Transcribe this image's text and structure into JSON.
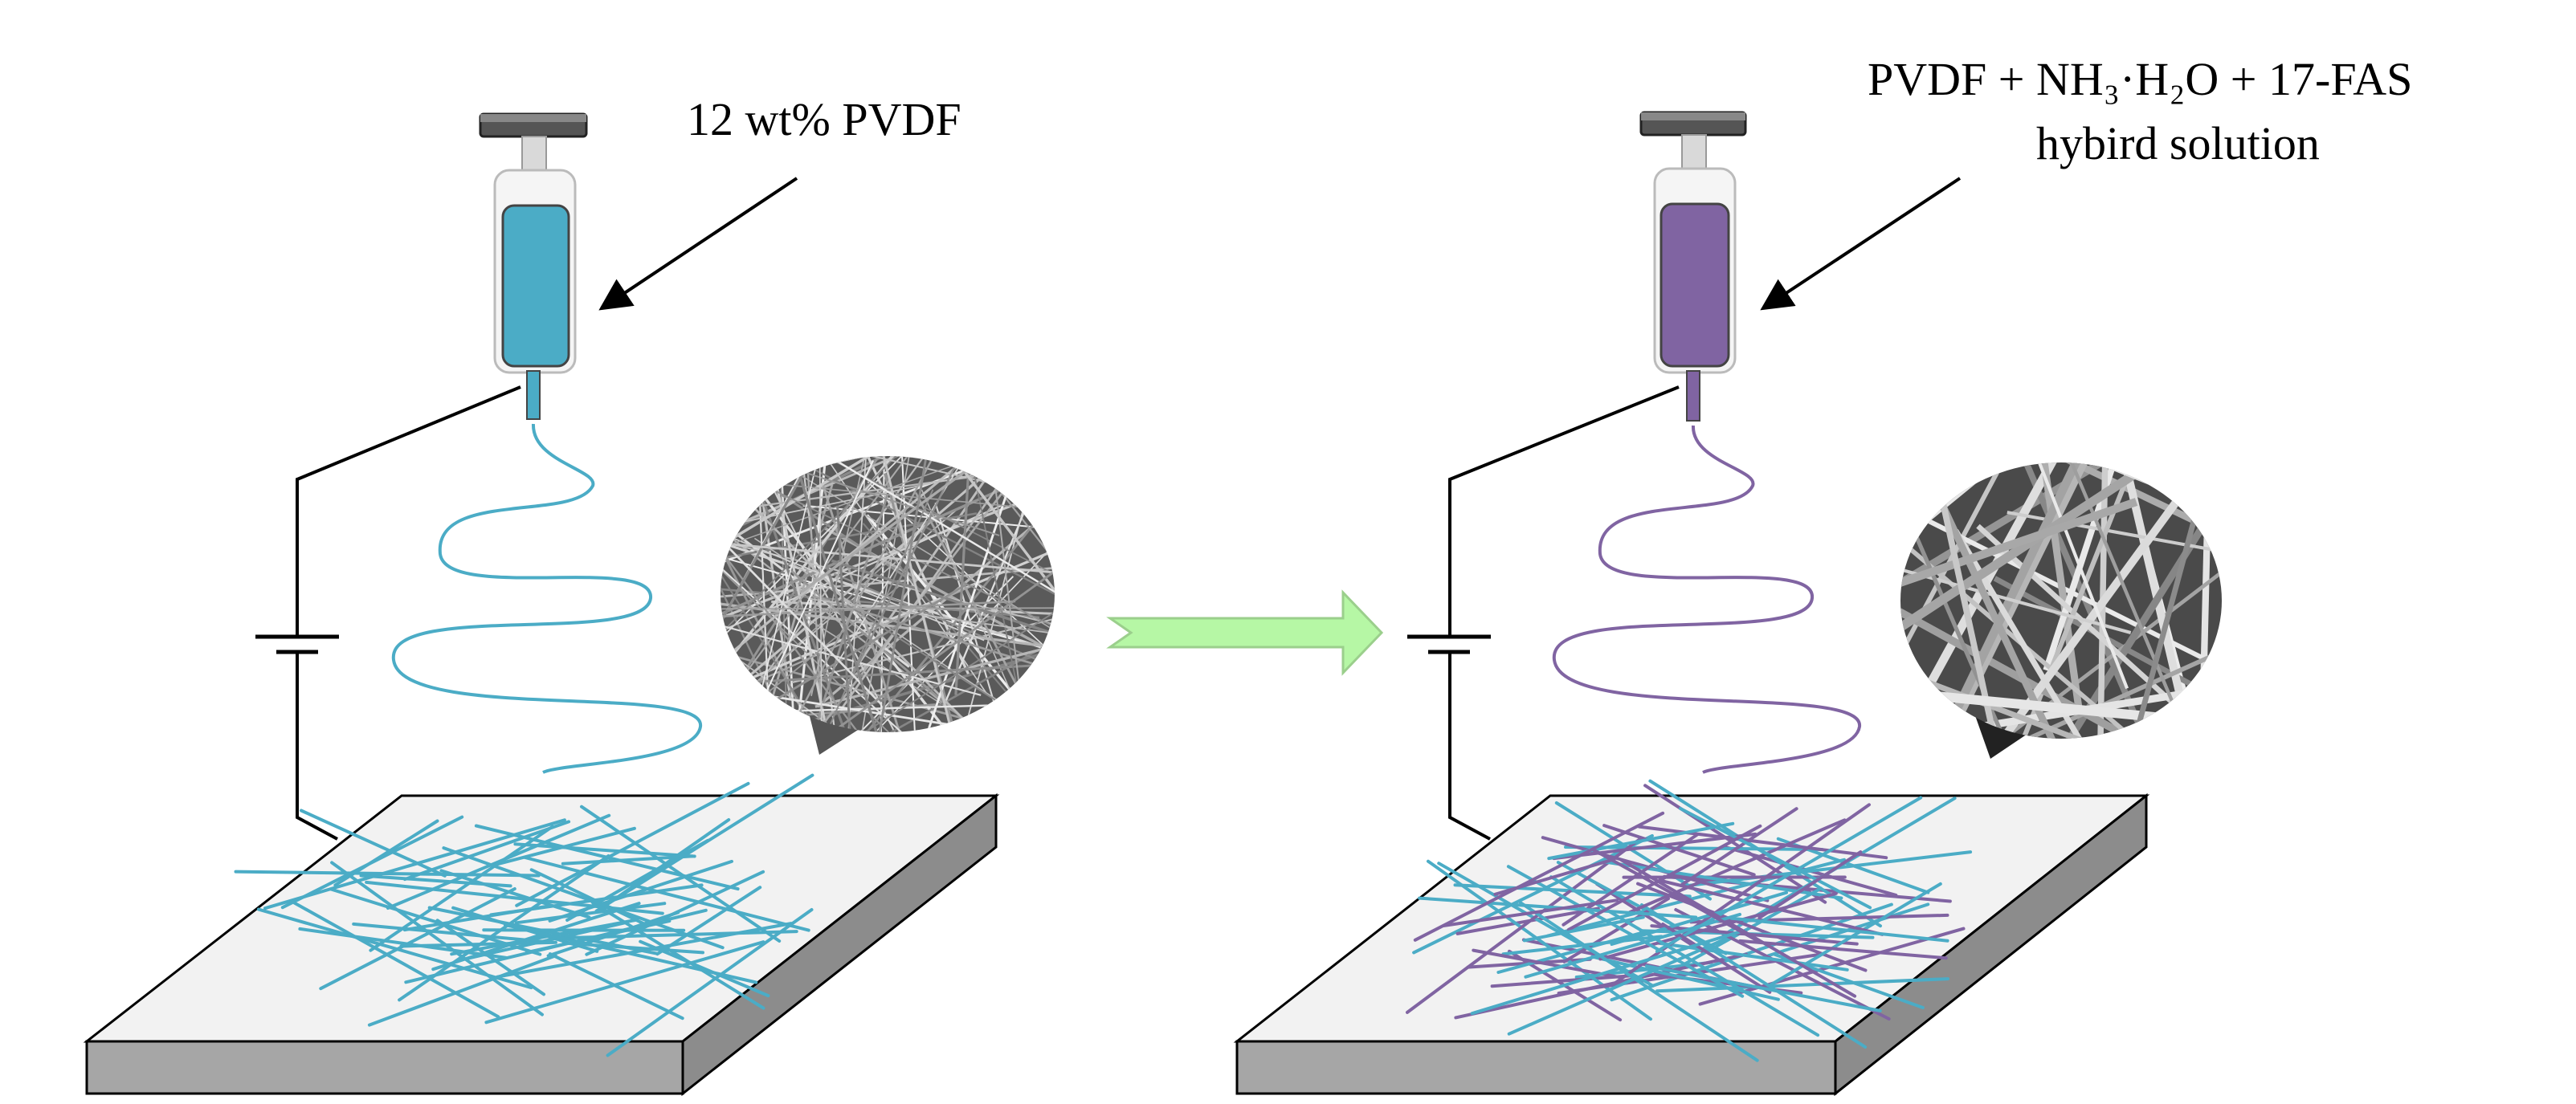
{
  "panels": [
    {
      "id": "left",
      "solution_label": "12 wt% PVDF",
      "solution_color": "#4bacc6",
      "fiber_colors": [
        "#4bacc6"
      ]
    },
    {
      "id": "right",
      "solution_label_line1": "PVDF + NH₃·H₂O + 17-FAS",
      "solution_label_line2": "hybird solution",
      "solution_color": "#8064a2",
      "fiber_colors": [
        "#4bacc6",
        "#8064a2"
      ]
    }
  ],
  "arrow_color": "#b6f7a5",
  "collector_top_color": "#f2f2f2",
  "collector_side_color": "#a6a6a6",
  "sem_gray_dark": "#3a3a3a",
  "sem_gray_light": "#d9d9d9"
}
